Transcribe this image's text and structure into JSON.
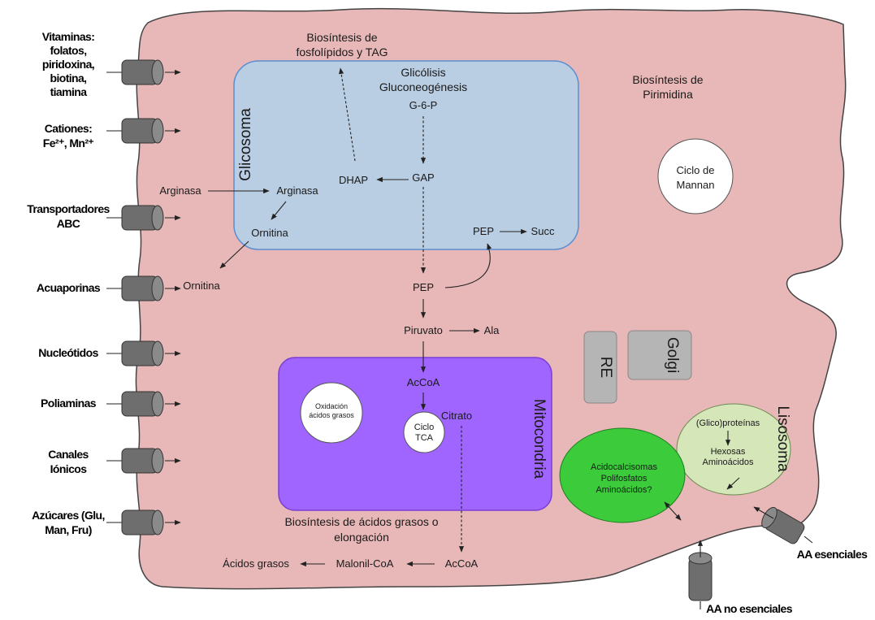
{
  "organelles": {
    "glicosoma": "Glicosoma",
    "mitocondria": "Mitocondria",
    "re": "RE",
    "golgi": "Golgi",
    "lisosoma": "Lisosoma",
    "mannan": [
      "Ciclo de",
      "Mannan"
    ],
    "beta_ox": [
      "Oxidación",
      "ácidos grasos"
    ],
    "tca": [
      "Ciclo",
      "TCA"
    ],
    "acidocalcisomas": [
      "Acidocalcisomas",
      "Polifosfatos",
      "Aminoácidos?"
    ]
  },
  "transporters": [
    [
      "Vitaminas:",
      "folatos,",
      "piridoxina,",
      "biotina,",
      "tiamina"
    ],
    [
      "Cationes:",
      "Fe²⁺, Mn²⁺"
    ],
    [
      "Transportadores",
      "ABC"
    ],
    [
      "Acuaporinas"
    ],
    [
      "Nucleótidos"
    ],
    [
      "Poliaminas"
    ],
    [
      "Canales",
      "Iónicos"
    ],
    [
      "Azúcares (Glu,",
      "Man, Fru)"
    ]
  ],
  "aa_esenciales": "AA esenciales",
  "aa_no_esenciales": "AA no esenciales",
  "labels": {
    "fosfolipidos": [
      "Biosíntesis de",
      "fosfolípidos y TAG"
    ],
    "glicolisis": "Glicólisis",
    "gluconeo": "Gluconeogénesis",
    "g6p": "G-6-P",
    "dhap": "DHAP",
    "gap": "GAP",
    "arginasa_out": "Arginasa",
    "arginasa_in": "Arginasa",
    "ornitina_in": "Ornitina",
    "ornitina_out": "Ornitina",
    "pep_in": "PEP",
    "succ": "Succ",
    "pep_out": "PEP",
    "piruvato": "Piruvato",
    "ala": "Ala",
    "acoa_mito": "AcCoA",
    "citrato": "Citrato",
    "pirimidina": [
      "Biosíntesis de",
      "Pirimidina"
    ],
    "acidos_grasos_bio": [
      "Biosíntesis de ácidos grasos o",
      "elongación"
    ],
    "acidos_grasos": "Ácidos grasos",
    "malonil": "Malonil-CoA",
    "acoa_cyto": "AcCoA",
    "glicoproteinas": "(Glico)proteínas",
    "hexosas": "Hexosas",
    "aminoacidos": "Aminoácidos"
  },
  "colors": {
    "cell": "#e8b8b8",
    "cell_stroke": "#444444",
    "glycosome": "#b9cde3",
    "glycosome_stroke": "#5b8fd0",
    "mito": "#a064ff",
    "mito_stroke": "#7a3fd6",
    "organelle_gray": "#b5b5b5",
    "lysosome": "#d5e6b8",
    "acidocalcisome": "#3bcb3b",
    "transporter": "#6e6e6e"
  }
}
